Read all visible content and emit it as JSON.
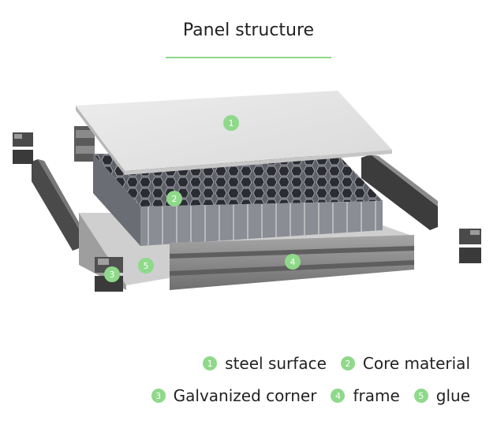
{
  "title": "Panel structure",
  "colors": {
    "accent": "#8fd98a",
    "badge": "#8fd98a",
    "steel": "#e6e6e6",
    "frame": "#8e8e8e",
    "corner": "#3a3a3a",
    "core": "#7d8087"
  },
  "markers": [
    "1",
    "2",
    "3",
    "4",
    "5"
  ],
  "legend": {
    "row1": [
      {
        "num": "1",
        "label": "steel surface"
      },
      {
        "num": "2",
        "label": "Core material"
      }
    ],
    "row2": [
      {
        "num": "3",
        "label": "Galvanized corner"
      },
      {
        "num": "4",
        "label": "frame"
      },
      {
        "num": "5",
        "label": "glue"
      }
    ]
  }
}
